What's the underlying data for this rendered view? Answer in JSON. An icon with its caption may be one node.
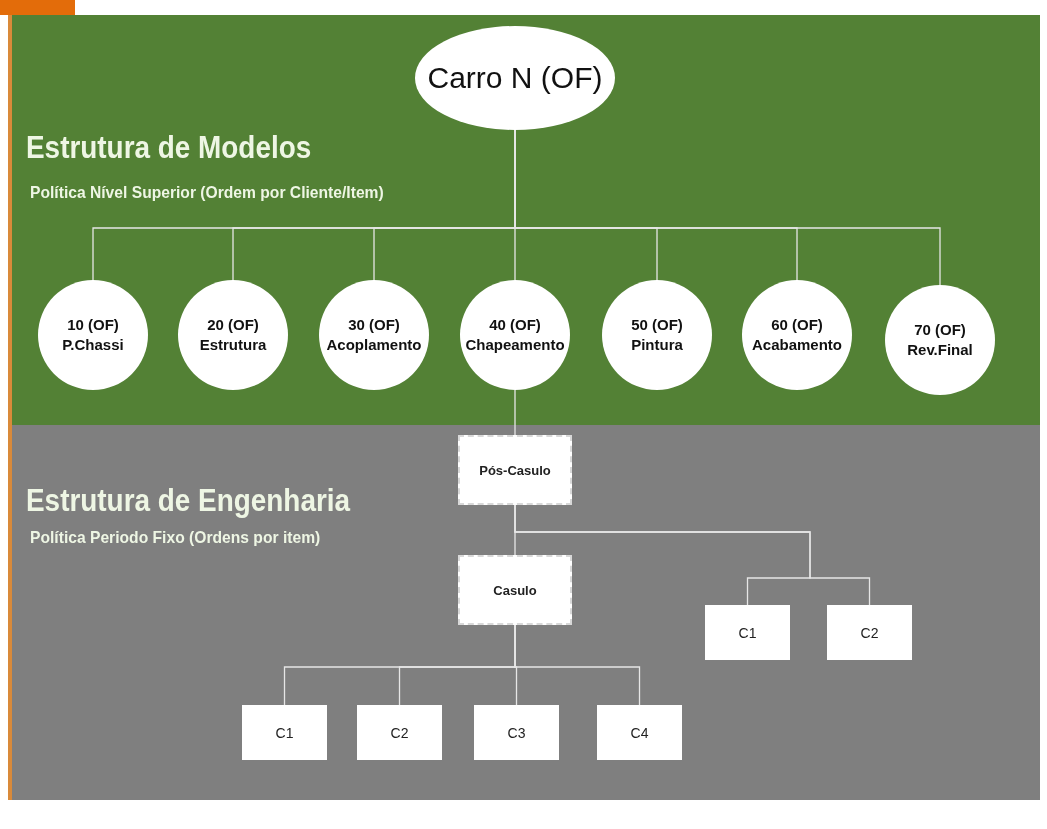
{
  "diagram": {
    "nodes": [
      {
        "text": [
          "Estrutura de Modelos",
          "Política Nível Superior (Ordem por Cliente/Item)"
        ]
      },
      {
        "text": [
          "Carro N (OF)"
        ],
        "in": 0
      },
      {
        "text": [
          "10 (OF)",
          "P.Chassi"
        ],
        "in": 0
      },
      {
        "text": [
          "20 (OF)",
          "Estrutura"
        ],
        "in": 0
      },
      {
        "text": [
          "30 (OF)",
          "Acoplamento"
        ],
        "in": 0
      },
      {
        "text": [
          "40 (OF)",
          "Chapeamento"
        ],
        "in": 0
      },
      {
        "text": [
          "50 (OF)",
          "Pintura"
        ],
        "in": 0
      },
      {
        "text": [
          "60 (OF)",
          "Acabamento"
        ],
        "in": 0
      },
      {
        "text": [
          "70 (OF)",
          "Rev.Final"
        ],
        "in": 0
      },
      {
        "text": [
          "Estrutura de Engenharia",
          "Política Periodo Fixo (Ordens por item)"
        ]
      },
      {
        "text": [
          "Pós-Casulo"
        ],
        "in": 9
      },
      {
        "text": [
          "Casulo"
        ],
        "in": 9
      },
      {
        "text": [
          "C1"
        ],
        "in": 9
      },
      {
        "text": [
          "C2"
        ],
        "in": 9
      },
      {
        "text": [
          "C1"
        ],
        "in": 9
      },
      {
        "text": [
          "C2"
        ],
        "in": 9
      },
      {
        "text": [
          "C3"
        ],
        "in": 9
      },
      {
        "text": [
          "C4"
        ],
        "in": 9
      }
    ],
    "edges": [
      {
        "from": 1,
        "to": 2,
        "arrow": "none"
      },
      {
        "from": 1,
        "to": 3,
        "arrow": "none"
      },
      {
        "from": 1,
        "to": 4,
        "arrow": "none"
      },
      {
        "from": 1,
        "to": 5,
        "arrow": "none"
      },
      {
        "from": 1,
        "to": 6,
        "arrow": "none"
      },
      {
        "from": 1,
        "to": 7,
        "arrow": "none"
      },
      {
        "from": 1,
        "to": 8,
        "arrow": "none"
      },
      {
        "from": 5,
        "to": 10,
        "arrow": "none"
      },
      {
        "from": 10,
        "to": 11,
        "arrow": "none"
      },
      {
        "from": 10,
        "to": 12,
        "arrow": "none"
      },
      {
        "from": 10,
        "to": 13,
        "arrow": "none"
      },
      {
        "from": 11,
        "to": 14,
        "arrow": "none"
      },
      {
        "from": 11,
        "to": 15,
        "arrow": "none"
      },
      {
        "from": 11,
        "to": 16,
        "arrow": "none"
      },
      {
        "from": 11,
        "to": 17,
        "arrow": "none"
      }
    ]
  }
}
